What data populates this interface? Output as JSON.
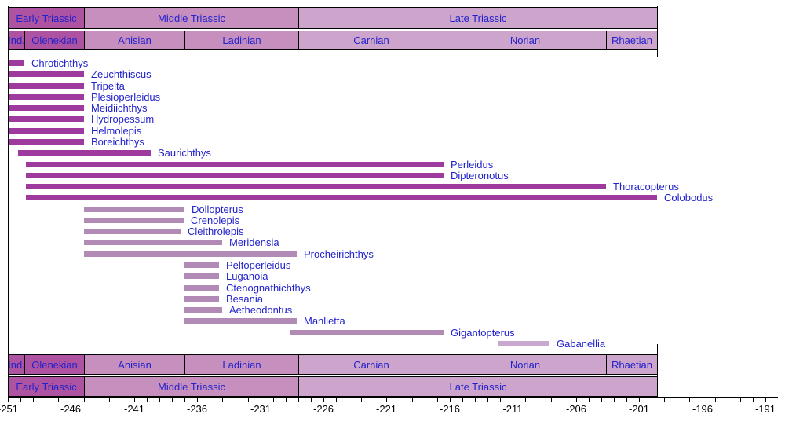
{
  "colors": {
    "early": "#ad53a1",
    "middle": "#c78fbe",
    "late": "#cda4cb",
    "bar_dark": "#9e3a9e",
    "bar_medium": "#b18ab6",
    "bar_light": "#c8a8ce",
    "label_text": "#2222cd",
    "axis_text": "#000000",
    "border": "#000000"
  },
  "axis": {
    "unit": "Ma",
    "min": -251,
    "max": -191,
    "tick_interval": 1,
    "label_interval": 5,
    "tick_labels": [
      "-251",
      "-246",
      "-241",
      "-236",
      "-231",
      "-226",
      "-221",
      "-216",
      "-211",
      "-206",
      "-201",
      "-196",
      "-191"
    ]
  },
  "chart_data": {
    "type": "bar",
    "subtype": "horizontal-taxon-range-chart",
    "title": "",
    "xlabel": "",
    "x_unit": "million years (Ma)",
    "xlim": [
      -251,
      -191
    ],
    "legend": "none",
    "timescale": {
      "epochs": [
        {
          "label": "Early Triassic",
          "from": -251,
          "to": -245,
          "color": "early"
        },
        {
          "label": "Middle Triassic",
          "from": -245,
          "to": -228,
          "color": "middle"
        },
        {
          "label": "Late Triassic",
          "from": -228,
          "to": -199.6,
          "color": "late"
        }
      ],
      "stages": [
        {
          "label": "Ind.",
          "from": -251,
          "to": -249.7,
          "color": "early"
        },
        {
          "label": "Olenekian",
          "from": -249.7,
          "to": -245,
          "color": "early"
        },
        {
          "label": "Anisian",
          "from": -245,
          "to": -237,
          "color": "middle"
        },
        {
          "label": "Ladinian",
          "from": -237,
          "to": -228,
          "color": "middle"
        },
        {
          "label": "Carnian",
          "from": -228,
          "to": -216.5,
          "color": "late"
        },
        {
          "label": "Norian",
          "from": -216.5,
          "to": -203.6,
          "color": "late"
        },
        {
          "label": "Rhaetian",
          "from": -203.6,
          "to": -199.6,
          "color": "late"
        }
      ]
    },
    "taxa": [
      {
        "name": "Chrotichthys",
        "from": -251,
        "to": -249.7,
        "shade": "dark"
      },
      {
        "name": "Zeuchthiscus",
        "from": -251,
        "to": -245,
        "shade": "dark"
      },
      {
        "name": "Tripelta",
        "from": -251,
        "to": -245,
        "shade": "dark"
      },
      {
        "name": "Plesioperleidus",
        "from": -251,
        "to": -245,
        "shade": "dark"
      },
      {
        "name": "Meidiichthys",
        "from": -251,
        "to": -245,
        "shade": "dark"
      },
      {
        "name": "Hydropessum",
        "from": -251,
        "to": -245,
        "shade": "dark"
      },
      {
        "name": "Helmolepis",
        "from": -251,
        "to": -245,
        "shade": "dark"
      },
      {
        "name": "Boreichthys",
        "from": -251,
        "to": -245,
        "shade": "dark"
      },
      {
        "name": "Saurichthys",
        "from": -250.2,
        "to": -239.7,
        "shade": "dark"
      },
      {
        "name": "Perleidus",
        "from": -249.6,
        "to": -216.5,
        "shade": "dark"
      },
      {
        "name": "Dipteronotus",
        "from": -249.6,
        "to": -216.5,
        "shade": "dark"
      },
      {
        "name": "Thoracopterus",
        "from": -249.6,
        "to": -203.6,
        "shade": "dark"
      },
      {
        "name": "Colobodus",
        "from": -249.6,
        "to": -199.6,
        "shade": "dark"
      },
      {
        "name": "Dollopterus",
        "from": -245,
        "to": -237,
        "shade": "medium"
      },
      {
        "name": "Crenolepis",
        "from": -245,
        "to": -237.1,
        "shade": "medium"
      },
      {
        "name": "Cleithrolepis",
        "from": -245,
        "to": -237.3,
        "shade": "medium"
      },
      {
        "name": "Meridensia",
        "from": -245,
        "to": -234,
        "shade": "medium"
      },
      {
        "name": "Procheirichthys",
        "from": -245,
        "to": -228.1,
        "shade": "medium"
      },
      {
        "name": "Peltoperleidus",
        "from": -237.1,
        "to": -234.3,
        "shade": "medium"
      },
      {
        "name": "Luganoia",
        "from": -237.1,
        "to": -234.3,
        "shade": "medium"
      },
      {
        "name": "Ctenognathichthys",
        "from": -237.1,
        "to": -234.3,
        "shade": "medium"
      },
      {
        "name": "Besania",
        "from": -237.1,
        "to": -234.3,
        "shade": "medium"
      },
      {
        "name": "Aetheodontus",
        "from": -237.1,
        "to": -234,
        "shade": "medium"
      },
      {
        "name": "Manlietta",
        "from": -237.1,
        "to": -228.1,
        "shade": "medium"
      },
      {
        "name": "Gigantopterus",
        "from": -228.7,
        "to": -216.5,
        "shade": "medium"
      },
      {
        "name": "Gabanellia",
        "from": -212.2,
        "to": -208.1,
        "shade": "light"
      }
    ]
  }
}
